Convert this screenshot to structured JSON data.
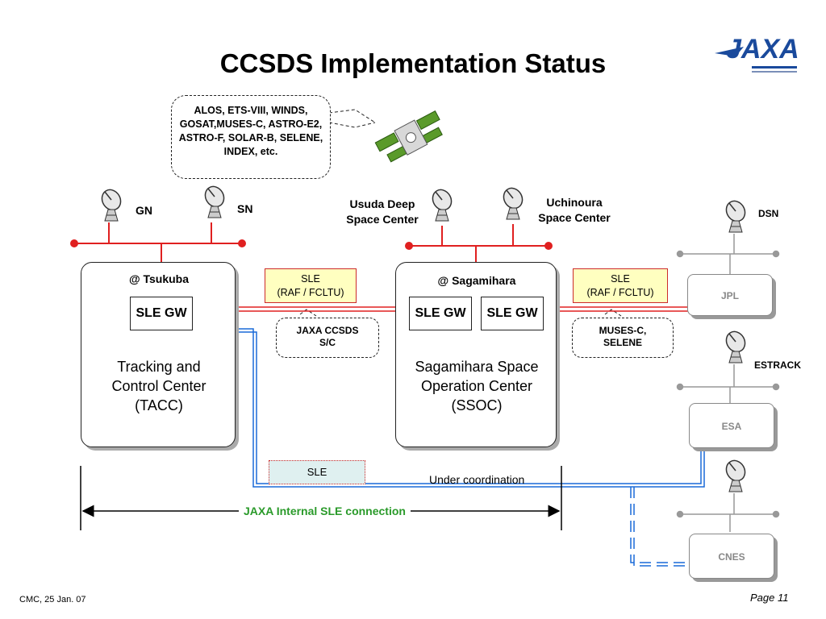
{
  "slide": {
    "title": "CCSDS Implementation Status",
    "logo": "JAXA",
    "footer_left": "CMC, 25 Jan. 07",
    "footer_right": "Page 11"
  },
  "missions_bubble": "ALOS, ETS-VIII, WINDS, GOSAT,MUSES-C, ASTRO-E2, ASTRO-F, SOLAR-B, SELENE, INDEX, etc.",
  "antenna_labels": {
    "gn": "GN",
    "sn": "SN",
    "usuda": [
      "Usuda Deep",
      "Space Center"
    ],
    "uchinoura": [
      "Uchinoura",
      "Space Center"
    ],
    "dsn": "DSN",
    "estrack": "ESTRACK"
  },
  "tacc": {
    "location": "@ Tsukuba",
    "gw": "SLE GW",
    "name": [
      "Tracking and",
      "Control Center",
      "(TACC)"
    ]
  },
  "ssoc": {
    "location": "@ Sagamihara",
    "gw1": "SLE GW",
    "gw2": "SLE GW",
    "name": [
      "Sagamihara Space",
      "Operation Center",
      "(SSOC)"
    ]
  },
  "sle_left": [
    "SLE",
    "(RAF / FCLTU)"
  ],
  "sle_right": [
    "SLE",
    "(RAF / FCLTU)"
  ],
  "bubble_left": [
    "JAXA CCSDS",
    "S/C"
  ],
  "bubble_right": [
    "MUSES-C,",
    "SELENE"
  ],
  "agencies": {
    "jpl": "JPL",
    "esa": "ESA",
    "cnes": "CNES"
  },
  "sle_blue": "SLE",
  "under_coordination": "Under coordination",
  "internal_connection": "JAXA Internal SLE connection"
}
